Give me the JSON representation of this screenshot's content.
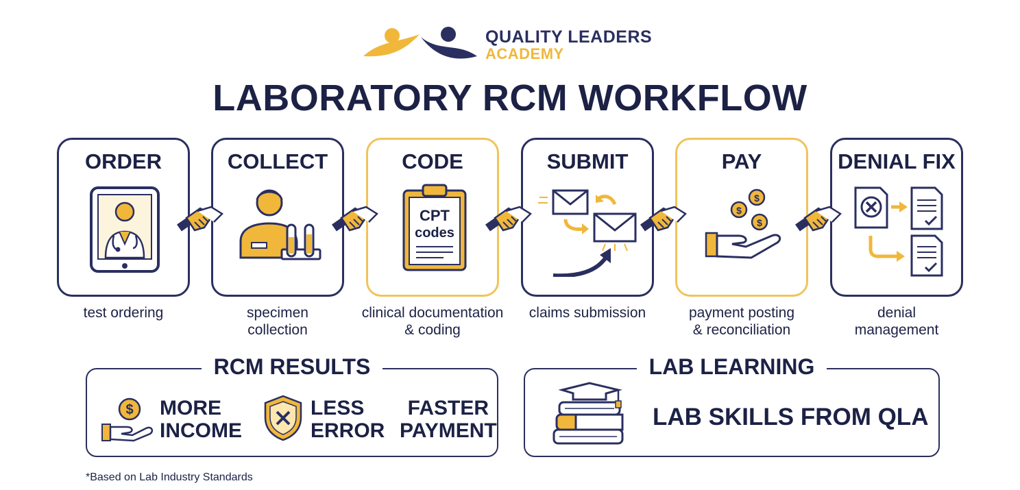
{
  "logo": {
    "line1": "QUALITY LEADERS",
    "line2": "ACADEMY"
  },
  "title": "LABORATORY RCM WORKFLOW",
  "steps": [
    {
      "title": "ORDER",
      "label1": "test ordering",
      "label2": "",
      "icon": "tablet-doctor-icon"
    },
    {
      "title": "COLLECT",
      "label1": "specimen",
      "label2": "collection",
      "icon": "lab-technician-icon"
    },
    {
      "title": "CODE",
      "label1": "clinical documentation",
      "label2": "& coding",
      "icon": "clipboard-icon"
    },
    {
      "title": "SUBMIT",
      "label1": "claims submission",
      "label2": "",
      "icon": "envelope-exchange-icon"
    },
    {
      "title": "PAY",
      "label1": "payment posting",
      "label2": "& reconciliation",
      "icon": "hand-coins-icon"
    },
    {
      "title": "DENIAL FIX",
      "label1": "denial",
      "label2": "management",
      "icon": "document-fix-icon"
    }
  ],
  "clipboard_text": {
    "line1": "CPT",
    "line2": "codes"
  },
  "results": {
    "title": "RCM RESULTS",
    "items": [
      {
        "text": "MORE\nINCOME",
        "icon": "hand-coin-icon"
      },
      {
        "text": "LESS\nERROR",
        "icon": "shield-x-icon"
      },
      {
        "text": "FASTER\nPAYMENT",
        "icon": ""
      }
    ]
  },
  "learning": {
    "title": "LAB LEARNING",
    "text": "LAB SKILLS FROM QLA",
    "icon": "books-graduation-cap-icon"
  },
  "footnote": "*Based on Lab Industry Standards",
  "colors": {
    "navy": "#2a2f60",
    "gold": "#f0b73a",
    "text": "#1c2145"
  }
}
